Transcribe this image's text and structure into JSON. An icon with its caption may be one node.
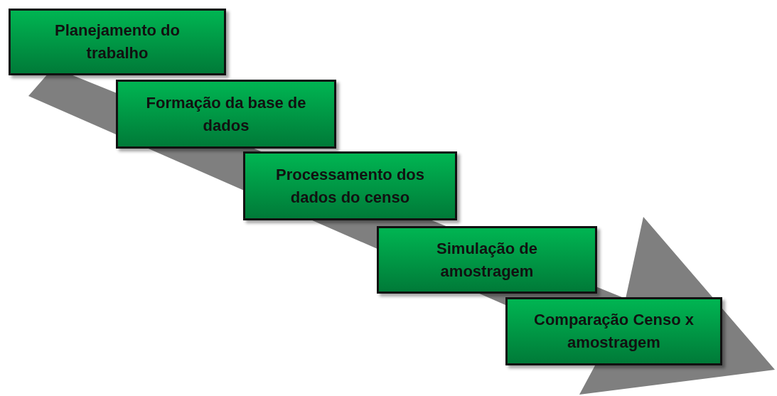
{
  "diagram": {
    "nodes": [
      {
        "text": [
          "Planejamento do trabalho"
        ]
      },
      {
        "text": [
          "Formação da base de dados"
        ]
      },
      {
        "text": [
          "Processamento dos dados do censo"
        ]
      },
      {
        "text": [
          "Simulação de amostragem"
        ]
      },
      {
        "text": [
          "Comparação Censo x amostragem"
        ]
      }
    ]
  }
}
